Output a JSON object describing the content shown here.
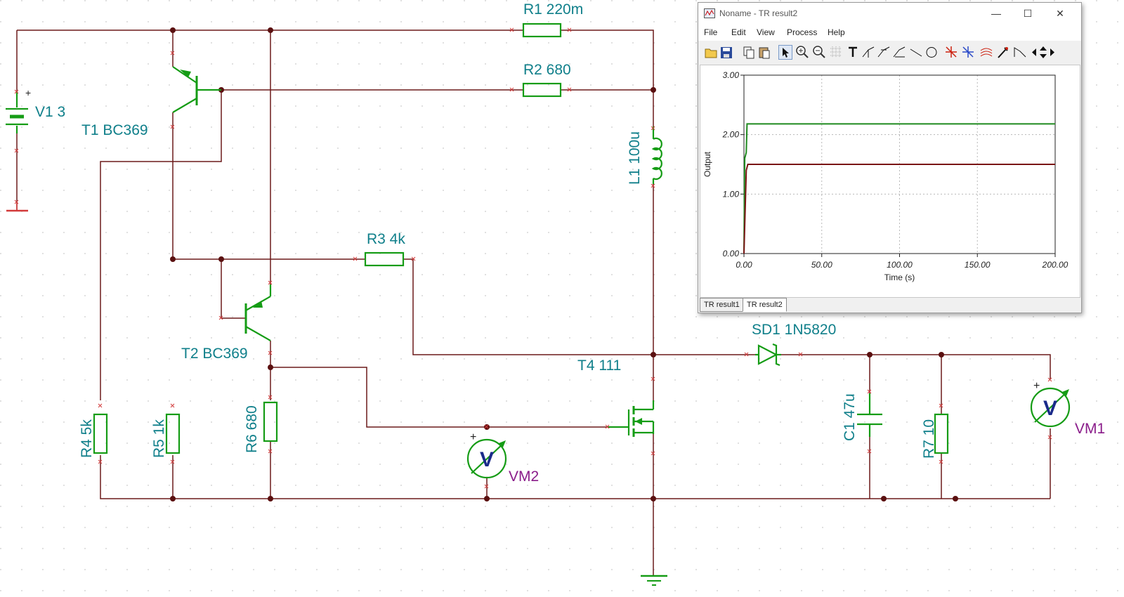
{
  "schematic": {
    "components": {
      "r1": "R1 220m",
      "r2": "R2 680",
      "r3": "R3 4k",
      "r4": "R4 5k",
      "r5": "R5 1k",
      "r6": "R6 680",
      "r7": "R7 10",
      "l1": "L1 100u",
      "c1": "C1 47u",
      "v1": "V1 3",
      "t1": "T1 BC369",
      "t2": "T2 BC369",
      "t4": "T4 111",
      "sd1": "SD1 1N5820",
      "vm1": "VM1",
      "vm2": "VM2"
    },
    "meter_letter": "V",
    "plus_sign": "+",
    "colors": {
      "wire": "#6b1a1a",
      "component": "#159c15",
      "label": "#0f7f8a",
      "meter_label": "#8a1c8a",
      "pin": "#d23a3a"
    }
  },
  "window": {
    "title": "Noname - TR result2",
    "controls": {
      "minimize": "—",
      "maximize": "☐",
      "close": "✕"
    },
    "menu": [
      "File",
      "Edit",
      "View",
      "Process",
      "Help"
    ],
    "toolbar_icons": [
      "open-icon",
      "save-icon",
      "copy-icon",
      "paste-icon",
      "pointer-icon",
      "zoom-in-icon",
      "zoom-out-icon",
      "grid-icon",
      "text-icon",
      "cursor-a-icon",
      "cursor-b-icon",
      "cursor-c-icon",
      "line-icon",
      "circle-icon",
      "marker-a-icon",
      "marker-b-icon",
      "curves-icon",
      "pick-icon",
      "slope-icon",
      "scroll-left-icon",
      "scroll-updown-icon",
      "scroll-right-icon"
    ],
    "tabs": [
      "TR result1",
      "TR result2"
    ],
    "active_tab": 1
  },
  "chart_data": {
    "type": "line",
    "ylabel": "Output",
    "xlabel": "Time (s)",
    "xlim": [
      0,
      200
    ],
    "ylim": [
      0,
      3
    ],
    "xticks": [
      "0.00",
      "50.00",
      "100.00",
      "150.00",
      "200.00"
    ],
    "yticks": [
      "0.00",
      "1.00",
      "2.00",
      "3.00"
    ],
    "grid": true,
    "series": [
      {
        "color": "#1f8a1f",
        "x": [
          0,
          0.5,
          1.5,
          2,
          200
        ],
        "y": [
          0,
          1.6,
          1.7,
          2.18,
          2.18
        ]
      },
      {
        "color": "#7a1515",
        "x": [
          0,
          1.5,
          2.5,
          200
        ],
        "y": [
          0,
          1.4,
          1.5,
          1.5
        ]
      }
    ]
  }
}
